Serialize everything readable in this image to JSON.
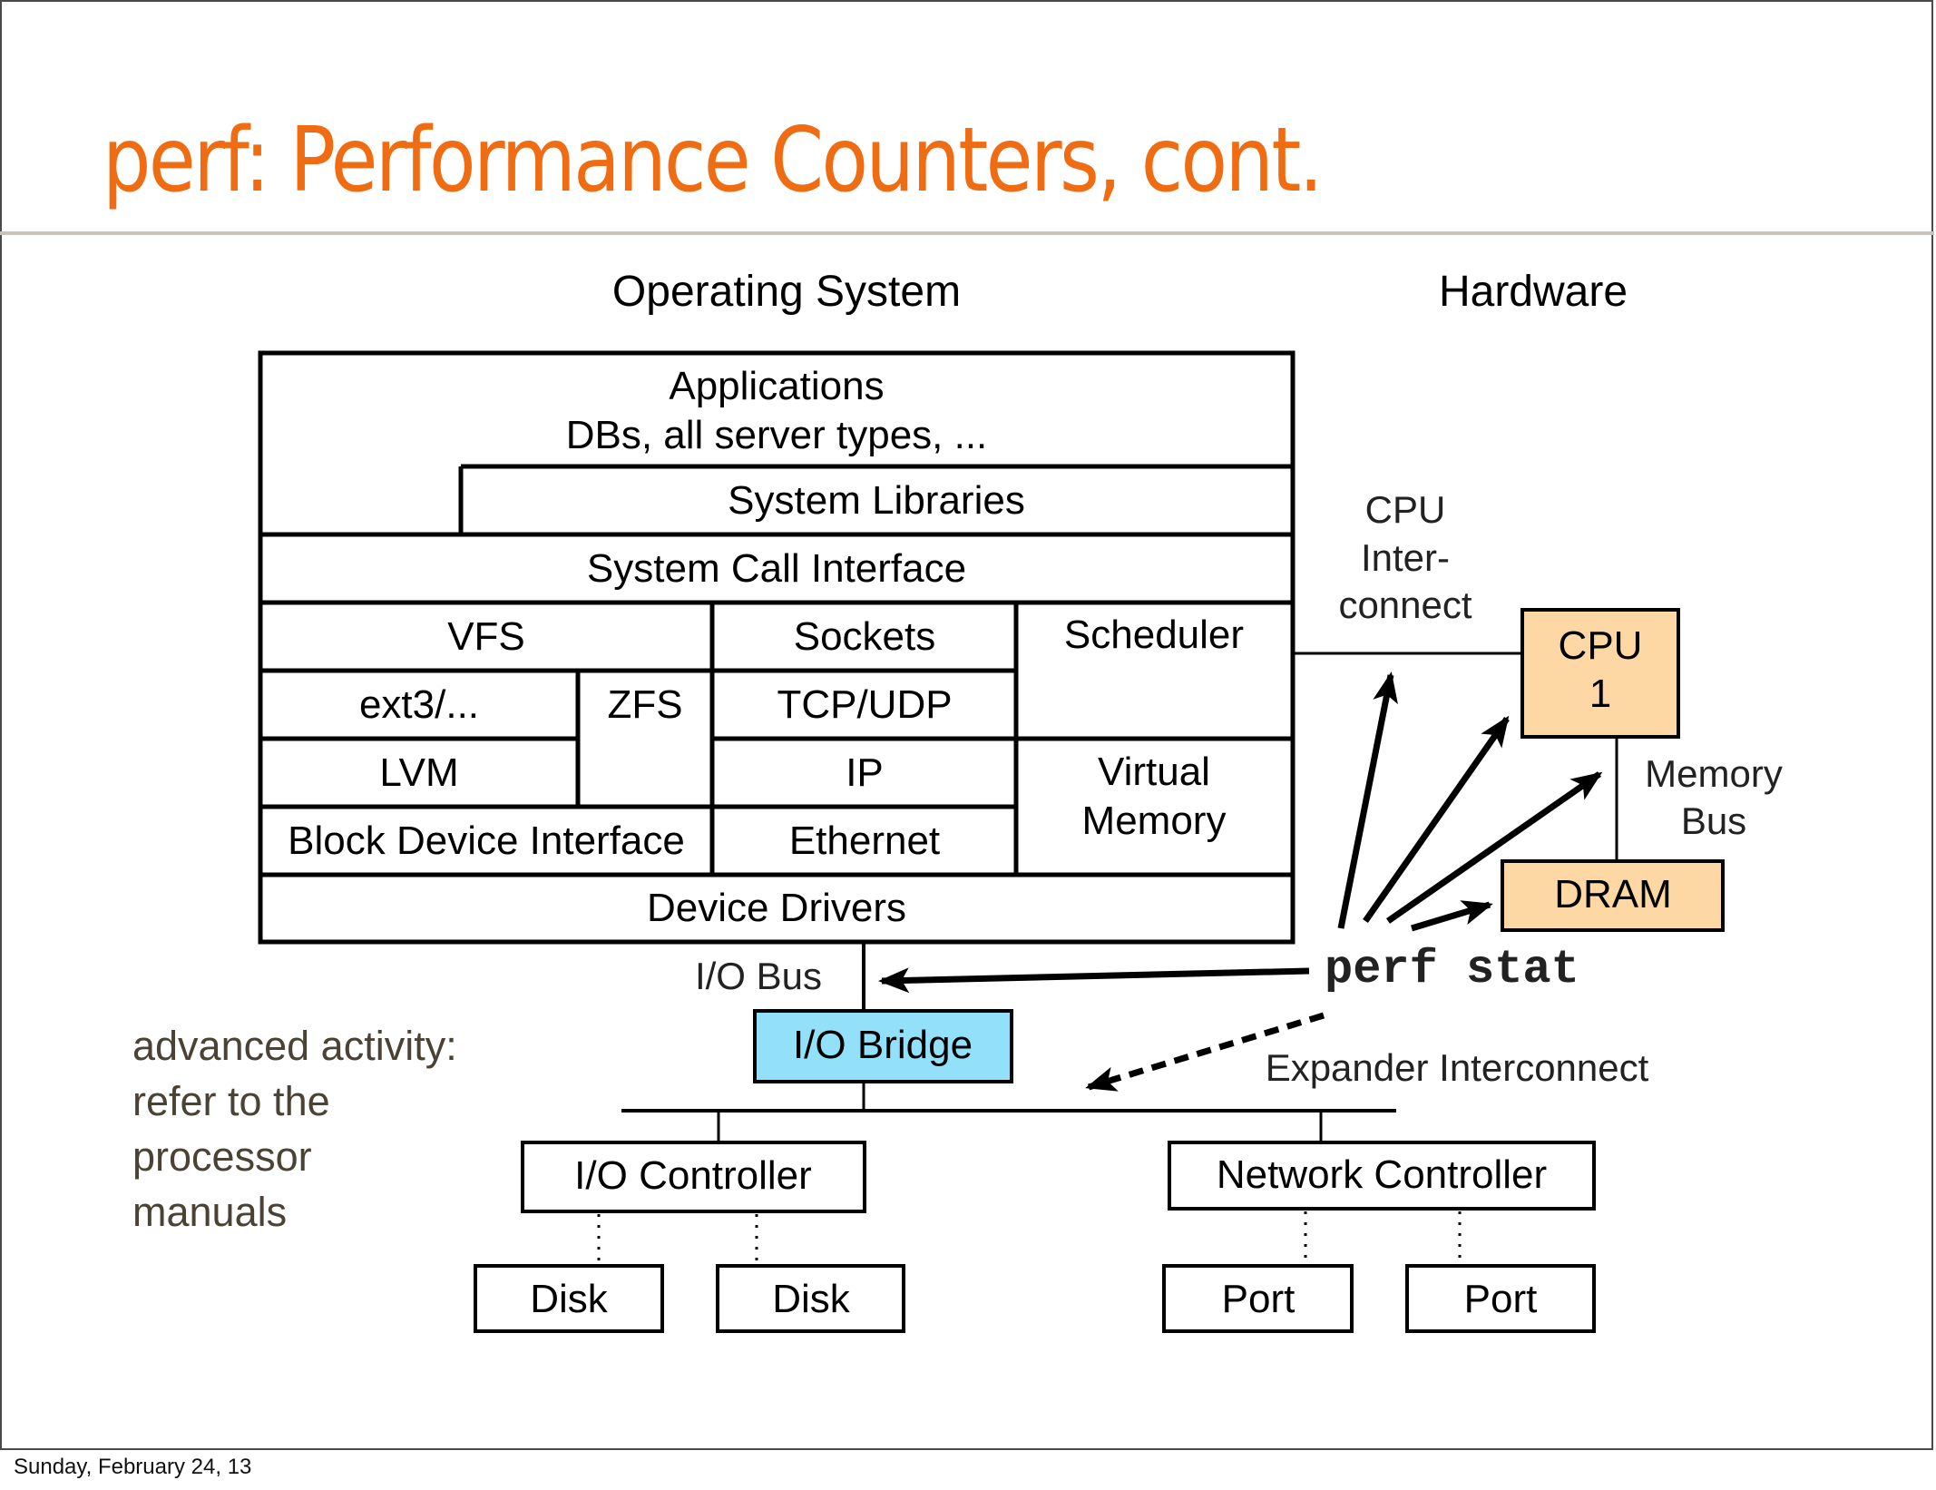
{
  "slide": {
    "title": "perf: Performance Counters, cont.",
    "footer": "Sunday, February 24, 13",
    "title_color": "#ef6c12"
  },
  "headers": {
    "os": "Operating System",
    "hardware": "Hardware"
  },
  "os_stack": {
    "applications": [
      "Applications",
      "DBs, all server types, ..."
    ],
    "system_libraries": "System Libraries",
    "system_call_interface": "System Call Interface",
    "vfs": "VFS",
    "sockets": "Sockets",
    "scheduler": "Scheduler",
    "ext3": "ext3/...",
    "zfs": "ZFS",
    "tcp_udp": "TCP/UDP",
    "lvm": "LVM",
    "ip": "IP",
    "virtual_memory": [
      "Virtual",
      "Memory"
    ],
    "block_device_interface": "Block Device Interface",
    "ethernet": "Ethernet",
    "device_drivers": "Device Drivers"
  },
  "hardware": {
    "cpu_interconnect": [
      "CPU",
      "Inter-",
      "connect"
    ],
    "cpu": [
      "CPU",
      "1"
    ],
    "memory_bus": [
      "Memory",
      "Bus"
    ],
    "dram": "DRAM",
    "io_bus": "I/O Bus",
    "io_bridge": "I/O Bridge",
    "expander_interconnect": "Expander Interconnect",
    "io_controller": "I/O Controller",
    "network_controller": "Network Controller",
    "disks": [
      "Disk",
      "Disk"
    ],
    "ports": [
      "Port",
      "Port"
    ],
    "cpu_fill": "#fdd7a4",
    "dram_fill": "#fdd7a4",
    "bridge_fill": "#93e0fa"
  },
  "tool": "perf stat",
  "note": [
    "advanced activity:",
    "refer to the",
    "processor",
    "manuals"
  ],
  "note_color": "#4a4235"
}
